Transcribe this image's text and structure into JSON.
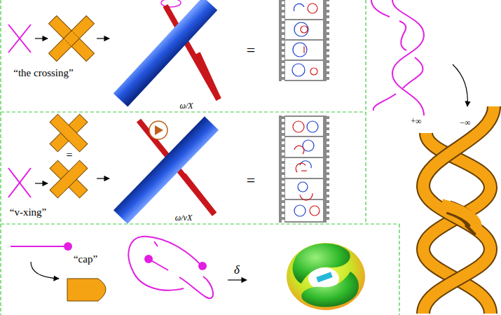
{
  "diagram": {
    "labels": [
      "“the crossing”",
      "ω/X",
      "=",
      "+∞",
      "−∞",
      "=",
      "“v-xing”",
      "ω/vX",
      "=",
      "“cap”",
      "δ"
    ]
  }
}
